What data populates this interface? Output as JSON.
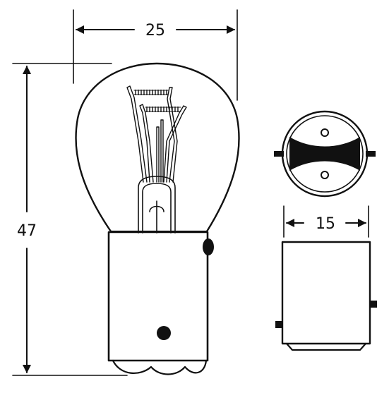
{
  "dimensions": {
    "width_label": "25",
    "height_label": "47",
    "base_width_label": "15"
  },
  "colors": {
    "ink": "#111111",
    "paper": "#ffffff"
  }
}
